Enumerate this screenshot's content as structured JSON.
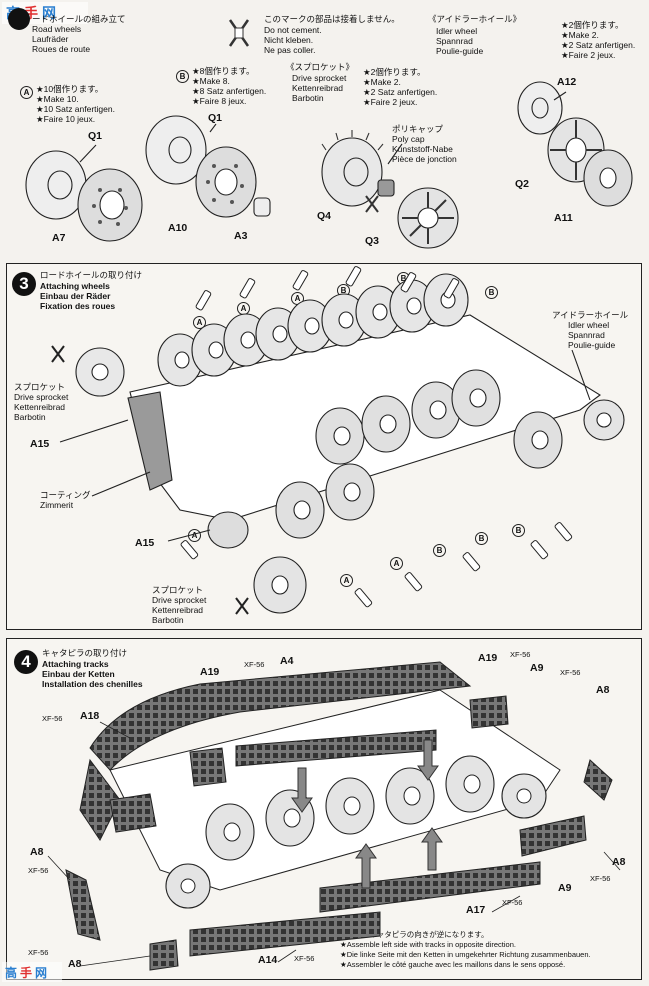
{
  "top": {
    "title_ja": "ードホイールの組み立て",
    "title_en": "Road wheels",
    "title_de": "Laufräder",
    "title_fr": "Roues de route",
    "cement_note": [
      "このマークの部品は接着しません。",
      "Do not cement.",
      "Nicht kleben.",
      "Ne pas coller."
    ],
    "group_a": {
      "letter": "A",
      "lines": [
        "★10個作ります。",
        "★Make 10.",
        "★10 Satz anfertigen.",
        "★Faire 10 jeux."
      ]
    },
    "group_b": {
      "letter": "B",
      "lines": [
        "★8個作ります。",
        "★Make 8.",
        "★8 Satz anfertigen.",
        "★Faire 8 jeux."
      ]
    },
    "sprocket": {
      "title": "《スプロケット》",
      "lines": [
        "Drive sprocket",
        "Kettenreibrad",
        "Barbotin"
      ],
      "make": [
        "★2個作ります。",
        "★Make 2.",
        "★2 Satz anfertigen.",
        "★Faire 2 jeux."
      ]
    },
    "polycap": [
      "ポリキャップ",
      "Poly cap",
      "Kunststoff-Nabe",
      "Pièce de jonction"
    ],
    "idler": {
      "title": "《アイドラーホイール》",
      "lines": [
        "Idler wheel",
        "Spannrad",
        "Poulie-guide"
      ],
      "make": [
        "★2個作ります。",
        "★Make 2.",
        "★2 Satz anfertigen.",
        "★Faire 2 jeux."
      ]
    },
    "parts": {
      "q1a": "Q1",
      "a7": "A7",
      "q1b": "Q1",
      "a10": "A10",
      "a3": "A3",
      "q4": "Q4",
      "q3": "Q3",
      "a12": "A12",
      "q2": "Q2",
      "a11": "A11"
    }
  },
  "step3": {
    "number": "3",
    "title_ja": "ロードホイールの取り付け",
    "title_en": "Attaching wheels",
    "title_de": "Einbau der Räder",
    "title_fr": "Fixation des roues",
    "sprocket_a": [
      "スプロケット",
      "Drive sprocket",
      "Kettenreibrad",
      "Barbotin"
    ],
    "sprocket_b": [
      "スプロケット",
      "Drive sprocket",
      "Kettenreibrad",
      "Barbotin"
    ],
    "idler": [
      "アイドラーホイール",
      "Idler wheel",
      "Spannrad",
      "Poulie-guide"
    ],
    "coating": [
      "コーティング",
      "Zimmerit"
    ],
    "parts": {
      "a15a": "A15",
      "a15b": "A15"
    },
    "marker_a": "A",
    "marker_b": "B"
  },
  "step4": {
    "number": "4",
    "title_ja": "キャタピラの取り付け",
    "title_en": "Attaching tracks",
    "title_de": "Einbau der Ketten",
    "title_fr": "Installation des chenilles",
    "paint": "XF-56",
    "parts": {
      "a19a": "A19",
      "a4": "A4",
      "a18": "A18",
      "a8a": "A8",
      "a8b": "A8",
      "a19b": "A19",
      "a9a": "A9",
      "a8c": "A8",
      "a8d": "A8",
      "a9b": "A9",
      "a17": "A17",
      "a14": "A14"
    },
    "note": [
      "★左側はキャタピラの向きが逆になります。",
      "★Assemble left side with tracks in opposite direction.",
      "★Die linke Seite mit den Ketten in umgekehrter Richtung zusammenbauen.",
      "★Assembler le côté gauche avec les maillons dans le sens opposé."
    ]
  },
  "colors": {
    "ink": "#111111",
    "paper": "#f4f2ee",
    "panel": "#f7f5f1",
    "zimmerit": "#9a9a9a"
  }
}
